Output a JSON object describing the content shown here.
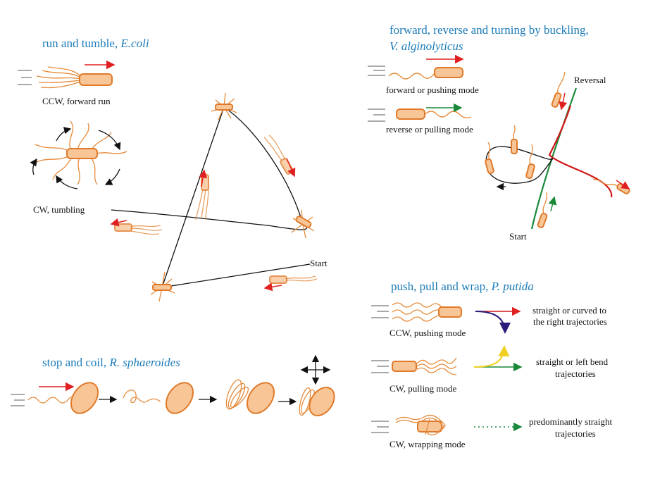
{
  "panels": {
    "run_tumble": {
      "title": "run and tumble, ",
      "species": "E.coli",
      "ccw_label": "CCW, forward run",
      "cw_label": "CW, tumbling",
      "start_label": "Start"
    },
    "vibrio": {
      "title": "forward, reverse and turning by buckling,",
      "species": "V. alginolyticus",
      "forward_label": "forward or pushing mode",
      "reverse_label": "reverse or pulling mode",
      "reversal_label": "Reversal",
      "start_label": "Start"
    },
    "stop_coil": {
      "title": "stop and coil, ",
      "species": "R. sphaeroides"
    },
    "putida": {
      "title": "push, pull and wrap, ",
      "species": "P. putida",
      "modes": [
        {
          "label": "CCW, pushing mode",
          "result_line1": "straight or curved to",
          "result_line2": "the right trajectories"
        },
        {
          "label": "CW, pulling mode",
          "result_line1": "straight or left bend",
          "result_line2": "trajectories"
        },
        {
          "label": "CW, wrapping mode",
          "result_line1": "predominantly straight",
          "result_line2": "trajectories"
        }
      ]
    }
  },
  "colors": {
    "title": "#1b7bb8",
    "cell_fill": "#f8c597",
    "cell_stroke": "#e07a2a",
    "forward_arrow": "#e02020",
    "reverse_arrow": "#1a8a3a",
    "curve_right_arrow": "#2a1a7a",
    "curve_left_arrow": "#f0d020"
  }
}
